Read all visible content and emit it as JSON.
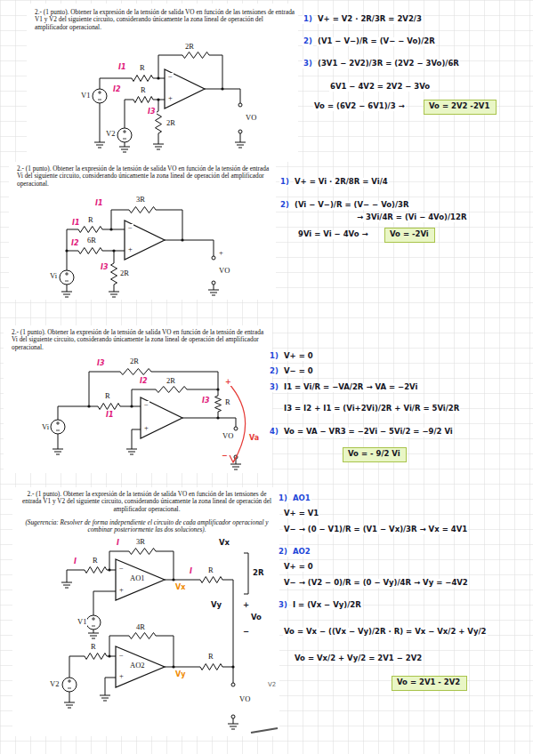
{
  "diagram": {
    "nodes": [
      {
        "text": [
          "Vo = 2V2 -2V1"
        ]
      },
      {
        "text": [
          "Vo = -2Vi"
        ]
      },
      {
        "text": [
          "Vo = - 9/2 Vi"
        ]
      },
      {
        "text": [
          "Vo = 2V1 - 2V2"
        ]
      }
    ],
    "labels": [
      "2.- (1 punto). Obtener la expresión de la tensión de salida VO en función de las tensiones de entrada V1 y V2 del siguiente circuito, considerando únicamente la zona lineal de operación del amplificador operacional.",
      "2R",
      "I1",
      "R",
      "I2",
      "R",
      "I3",
      "2R",
      "V1",
      "V2",
      "VO",
      "−",
      "+",
      "1)",
      "V+ = V2 · 2R/3R = 2V2/3",
      "2)",
      "(V1 − V−)/R = (V− − Vo)/2R",
      "3)",
      "(3V1 − 2V2)/3R = (2V2 − 3Vo)/6R",
      "6V1 − 4V2 = 2V2 − 3Vo",
      "Vo = (6V2 − 6V1)/3 →",
      "2.- (1 punto). Obtener la expresión de la tensión de salida VO en función de la tensión de entrada Vi del siguiente circuito, considerando únicamente la zona lineal de operación del amplificador operacional.",
      "3R",
      "I1",
      "I1",
      "R",
      "I2",
      "6R",
      "I3",
      "2R",
      "Vi",
      "+",
      "VO",
      "−",
      "+",
      "1)",
      "V+ = Vi · 2R/8R = Vi/4",
      "2)",
      "(Vi − V−)/R = (V− − Vo)/3R",
      "→ 3Vi/4R = (Vi − 4Vo)/12R",
      "9Vi = Vi − 4Vo →",
      "2.- (1 punto). Obtener la expresión de la tensión de salida VO en función de la tensión de entrada Vi del siguiente circuito, considerando únicamente la zona lineal de operación del amplificador operacional.",
      "I3",
      "2R",
      "I2",
      "2R",
      "R",
      "I1",
      "I3",
      "R",
      "Vi",
      "VO",
      "Va",
      "+",
      "−",
      "−",
      "+",
      "1)",
      "V+ = 0",
      "2)",
      "V− = 0",
      "3)",
      "I1 = Vi/R = −VA/2R → VA = −2Vi",
      "I3 = I2 + I1 = (Vi+2Vi)/2R + Vi/R = 5Vi/2R",
      "4)",
      "Vo = VA − VR3 = −2Vi − 5Vi/2 = −9/2 Vi",
      "2.- (1 punto). Obtener la expresión de la tensión de salida VO en función de las tensiones de entrada V1 y V2 del siguiente circuito, considerando únicamente la zona lineal de operación del amplificador operacional.",
      "(Sugerencia: Resolver de forma independiente el circuito de cada amplificador operacional y combinar posteriormente las dos soluciones).",
      "I",
      "R",
      "I",
      "3R",
      "AO1",
      "−",
      "+",
      "Vx",
      "I",
      "R",
      "V1",
      "R",
      "4R",
      "AO2",
      "−",
      "+",
      "Vy",
      "R",
      "V2",
      "VO",
      "Vx",
      "Vy",
      "2R",
      "+",
      "Vo",
      "−",
      "1)",
      "AO1",
      "V+ = V1",
      "V− → (0 − V1)/R = (V1 − Vx)/3R → Vx = 4V1",
      "2)",
      "AO2",
      "V+ = 0",
      "V− → (V2 − 0)/R = (0 − Vy)/4R → Vy = −4V2",
      "3)",
      "I = (Vx − Vy)/2R",
      "Vo = Vx − ((Vx − Vy)/2R · R) = Vx − Vx/2 + Vy/2",
      "Vo = Vx/2 + Vy/2 = 2V1 − 2V2",
      "V2"
    ]
  }
}
